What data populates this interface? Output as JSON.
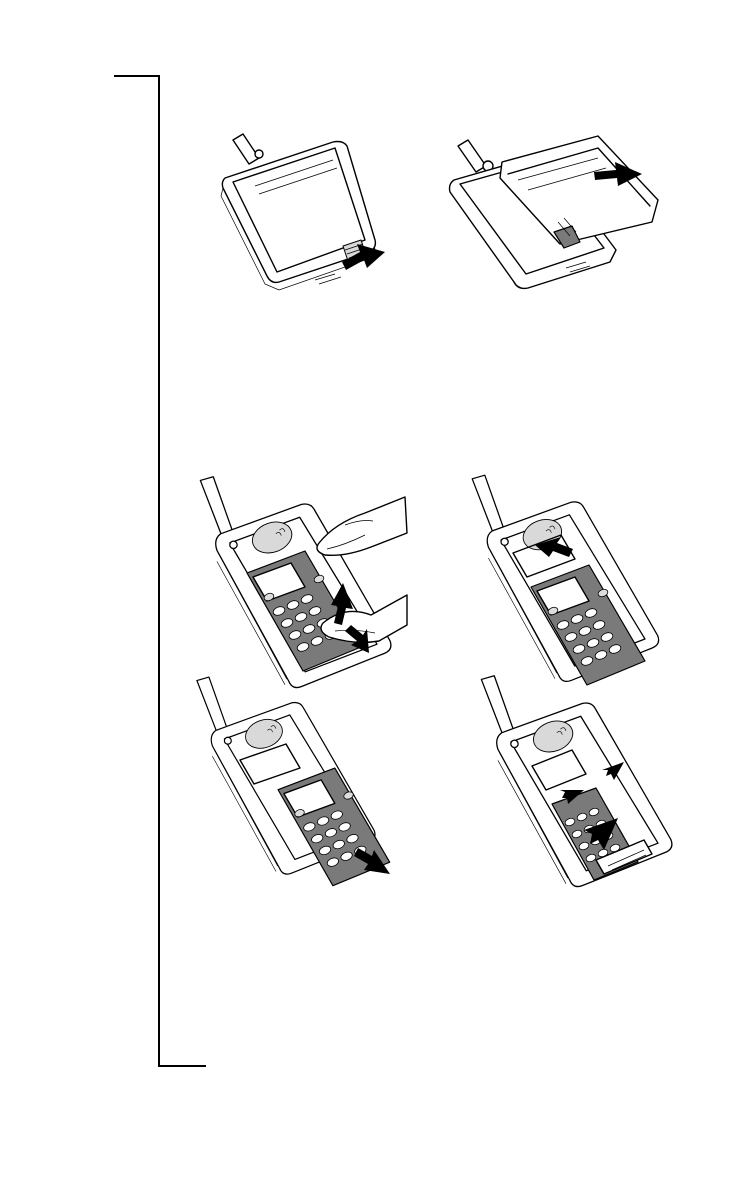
{
  "page": {
    "background": "#ffffff",
    "ink_color": "#000000",
    "keypad_gray": "#7a7a7a"
  },
  "figures": [
    {
      "name": "press-battery-release",
      "icon": "phone-back-battery-release-arrow"
    },
    {
      "name": "slide-battery-off",
      "icon": "phone-back-battery-slide-arrow"
    },
    {
      "name": "lift-front-cover",
      "icon": "phone-front-finger-lift-arrows"
    },
    {
      "name": "slide-cover-up",
      "icon": "phone-front-cover-slide-up-arrow"
    },
    {
      "name": "remove-cover",
      "icon": "phone-front-cover-remove-arrow"
    },
    {
      "name": "press-cover-on",
      "icon": "phone-front-cover-press-arrows"
    }
  ]
}
